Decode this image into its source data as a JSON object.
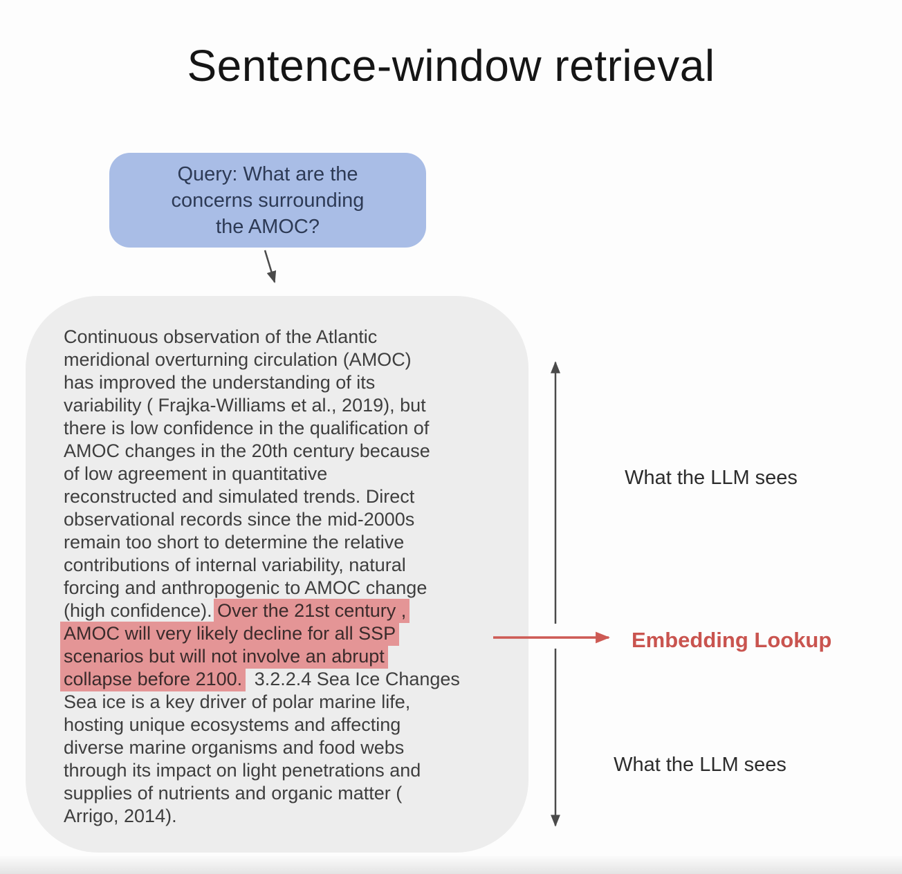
{
  "title": "Sentence-window retrieval",
  "query": {
    "lines": [
      "Query: What are the",
      "concerns surrounding",
      "the AMOC?"
    ]
  },
  "passage": {
    "lines": [
      [
        {
          "t": "Continuous observation of the Atlantic"
        }
      ],
      [
        {
          "t": "meridional overturning circulation (AMOC)"
        }
      ],
      [
        {
          "t": "has improved the understanding of its"
        }
      ],
      [
        {
          "t": "variability ( Frajka-Williams et al., 2019), but"
        }
      ],
      [
        {
          "t": "there is low confidence in the qualification of"
        }
      ],
      [
        {
          "t": "AMOC changes in the 20th century because"
        }
      ],
      [
        {
          "t": "of low agreement in quantitative"
        }
      ],
      [
        {
          "t": "reconstructed and simulated trends. Direct"
        }
      ],
      [
        {
          "t": "observational records since the mid-2000s"
        }
      ],
      [
        {
          "t": "remain too short to determine the relative"
        }
      ],
      [
        {
          "t": "contributions of internal variability, natural"
        }
      ],
      [
        {
          "t": "forcing and anthropogenic to AMOC change"
        }
      ],
      [
        {
          "t": "(high confidence). "
        },
        {
          "t": "Over the 21st century ,",
          "hl": true
        }
      ],
      [
        {
          "t": "AMOC will very likely decline for all SSP",
          "hl": true
        }
      ],
      [
        {
          "t": "scenarios but will not involve an abrupt",
          "hl": true
        }
      ],
      [
        {
          "t": "collapse before 2100.",
          "hl": true
        },
        {
          "t": " 3.2.2.4 Sea Ice Changes"
        }
      ],
      [
        {
          "t": "Sea ice is a key driver of polar marine life,"
        }
      ],
      [
        {
          "t": "hosting unique ecosystems and affecting"
        }
      ],
      [
        {
          "t": "diverse marine organisms and food webs"
        }
      ],
      [
        {
          "t": "through its impact on light penetrations and"
        }
      ],
      [
        {
          "t": "supplies of nutrients and organic matter ("
        }
      ],
      [
        {
          "t": "Arrigo, 2014)."
        }
      ]
    ]
  },
  "annotations": {
    "llm_sees_top": "What the LLM sees",
    "llm_sees_bottom": "What the LLM sees",
    "embedding_lookup": "Embedding Lookup"
  },
  "colors": {
    "query_fill": "#a9bde6",
    "query_text": "#2d3a55",
    "passage_fill": "#ededed",
    "passage_text": "#3e3e3e",
    "highlight": "#e49596",
    "accent_red": "#c9544f",
    "arrow_dark": "#4a4a4a"
  }
}
